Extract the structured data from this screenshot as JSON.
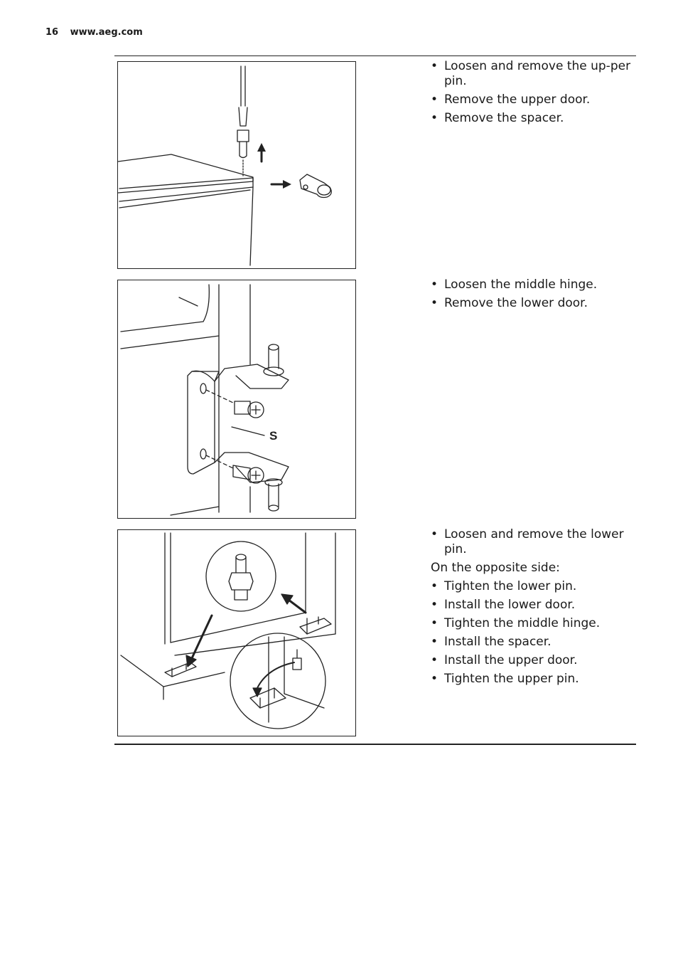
{
  "header": {
    "page_number": "16",
    "website": "www.aeg.com"
  },
  "figure2": {
    "label_s": "S"
  },
  "step1": {
    "bullets": [
      "Loosen and remove the up-per pin.",
      "Remove the upper door.",
      "Remove the spacer."
    ]
  },
  "step2": {
    "bullets": [
      "Loosen the middle hinge.",
      "Remove the lower door."
    ]
  },
  "step3": {
    "bullets_before": [
      "Loosen and remove the lower pin."
    ],
    "note": "On the opposite side:",
    "bullets_after": [
      "Tighten the lower pin.",
      "Install the lower door.",
      "Tighten the middle hinge.",
      "Install the spacer.",
      "Install the upper door.",
      "Tighten the upper pin."
    ]
  }
}
